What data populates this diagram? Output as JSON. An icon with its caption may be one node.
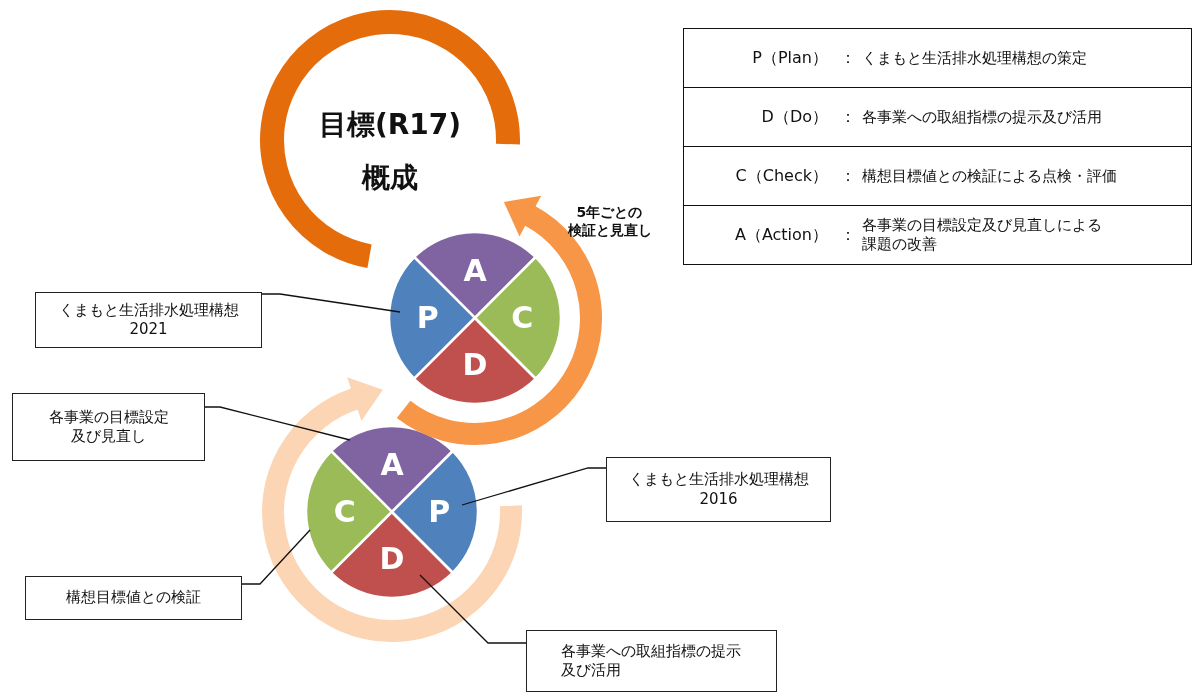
{
  "diagram": {
    "nodes": [
      {
        "text": [
          "目標(R17)",
          "概成"
        ]
      },
      {
        "text": [
          "A"
        ]
      },
      {
        "text": [
          "P"
        ]
      },
      {
        "text": [
          "C"
        ]
      },
      {
        "text": [
          "D"
        ]
      },
      {
        "text": [
          "くまもと生活排水処理構想 2021"
        ]
      },
      {
        "text": [
          "A"
        ]
      },
      {
        "text": [
          "C"
        ]
      },
      {
        "text": [
          "P"
        ]
      },
      {
        "text": [
          "D"
        ]
      },
      {
        "text": [
          "各事業の目標設定及び見直し"
        ]
      },
      {
        "text": [
          "くまもと生活排水処理構想 2016"
        ]
      },
      {
        "text": [
          "構想目標値との検証"
        ]
      },
      {
        "text": [
          "各事業への取組指標の提示及び活用"
        ]
      }
    ],
    "edges": [
      {
        "from": 5,
        "to": 2,
        "arrow": "none"
      },
      {
        "from": 10,
        "to": 6,
        "arrow": "none"
      },
      {
        "from": 11,
        "to": 8,
        "arrow": "none"
      },
      {
        "from": 12,
        "to": 7,
        "arrow": "none"
      },
      {
        "from": 13,
        "to": 9,
        "arrow": "none"
      }
    ],
    "labels": [
      "P（Plan）",
      "：",
      "くまもと生活排水処理構想の策定",
      "D（Do）",
      "：",
      "各事業への取組指標の提示及び活用",
      "C（Check）",
      "：",
      "構想目標値との検証による点検・評価",
      "A（Action）",
      "：",
      "各事業の目標設定及び見直しによる課題の改善",
      "5年ごとの検証と見直し"
    ]
  }
}
